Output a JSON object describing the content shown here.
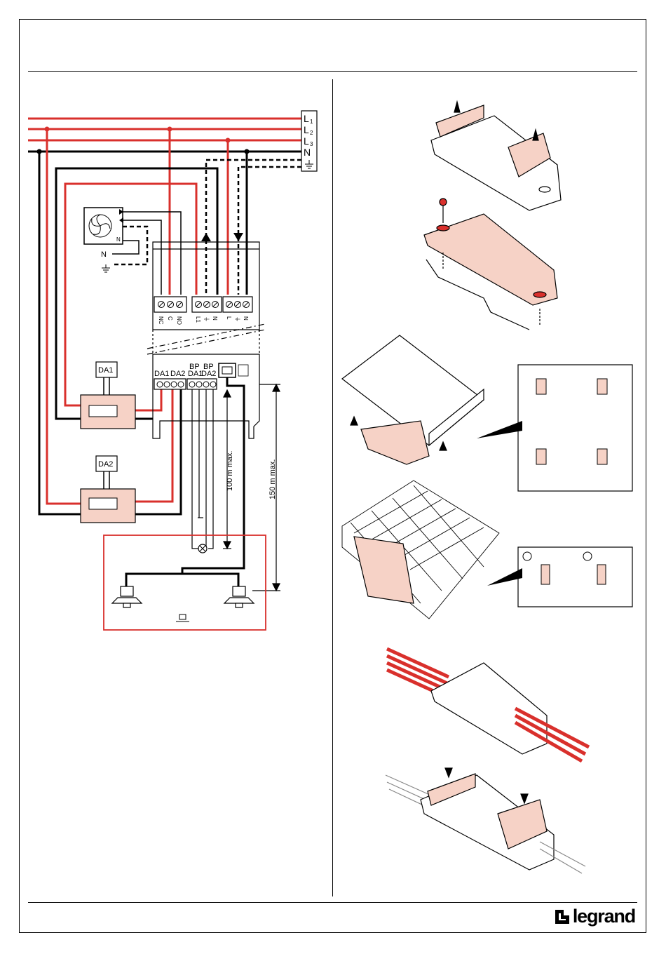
{
  "wiring": {
    "lines": [
      "L",
      "L",
      "L",
      "N"
    ],
    "line_subs": [
      "1",
      "2",
      "3",
      ""
    ],
    "neutral": "N",
    "relay_terminals": [
      "NC",
      "C",
      "NO"
    ],
    "power_terminals": [
      "L1",
      "⏚",
      "N"
    ],
    "input_terminals": [
      "L",
      "⏚",
      "N"
    ],
    "da_terminals": [
      "DA1",
      "DA2"
    ],
    "bp_terminals": [
      [
        "BP",
        "DA1"
      ],
      [
        "BP",
        "DA2"
      ]
    ],
    "luminaires": [
      "DA1",
      "DA2"
    ],
    "dist_100": "100 m max.",
    "dist_150": "150 m max."
  },
  "colors": {
    "live": "#d9302c",
    "fill": "#f6d2c6",
    "ink": "#000000"
  },
  "brand": {
    "name": "legrand"
  }
}
